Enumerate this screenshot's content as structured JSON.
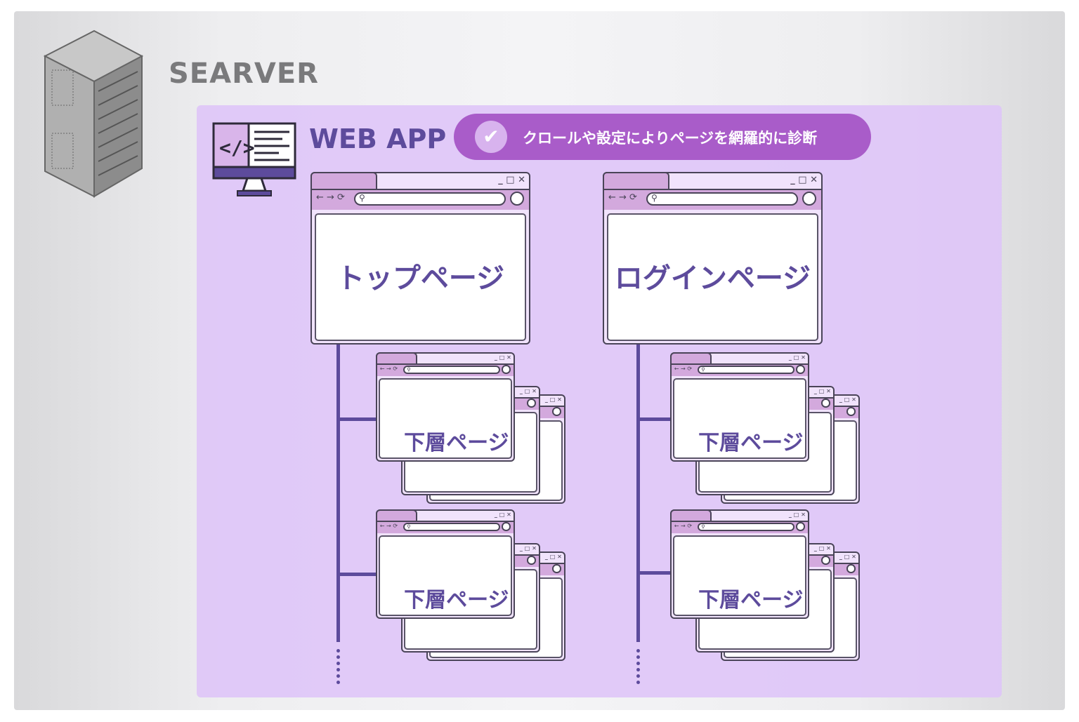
{
  "server": {
    "title": "SEARVER",
    "icon": "server-rack-icon"
  },
  "webapp": {
    "title": "WEB APP",
    "icon": "code-monitor-icon"
  },
  "badge": {
    "text": "クロールや設定によりページを網羅的に診断",
    "icon": "check-icon",
    "glyph": "✔"
  },
  "window_controls": "_ □ ✕",
  "nav_glyphs": "← → ⟳",
  "search_glyph": "⚲",
  "pages": {
    "top": "トップページ",
    "login": "ログインページ",
    "sub": "下層ページ"
  },
  "colors": {
    "purple": "#5d4b9c",
    "badge": "#a95cc9",
    "panel": "#dec4f8"
  }
}
